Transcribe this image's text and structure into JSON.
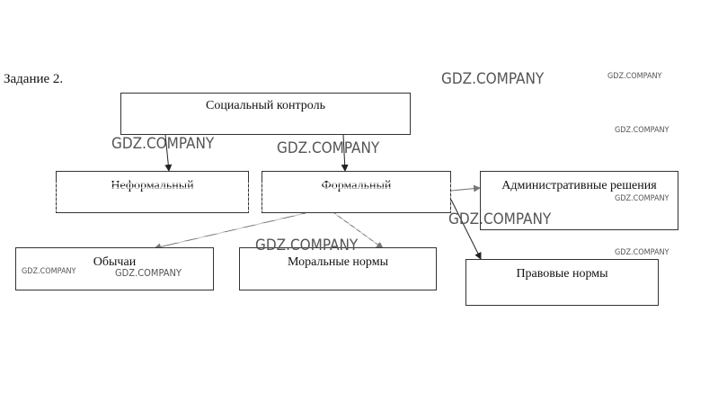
{
  "task_label": "Задание 2.",
  "nodes": {
    "social_control": "Социальный контроль",
    "informal": "Неформальный",
    "formal": "Формальный",
    "administrative": "Административные решения",
    "customs": "Обычаи",
    "moral_norms": "Моральные нормы",
    "legal_norms": "Правовые нормы"
  },
  "watermark": "GDZ.COMPANY"
}
